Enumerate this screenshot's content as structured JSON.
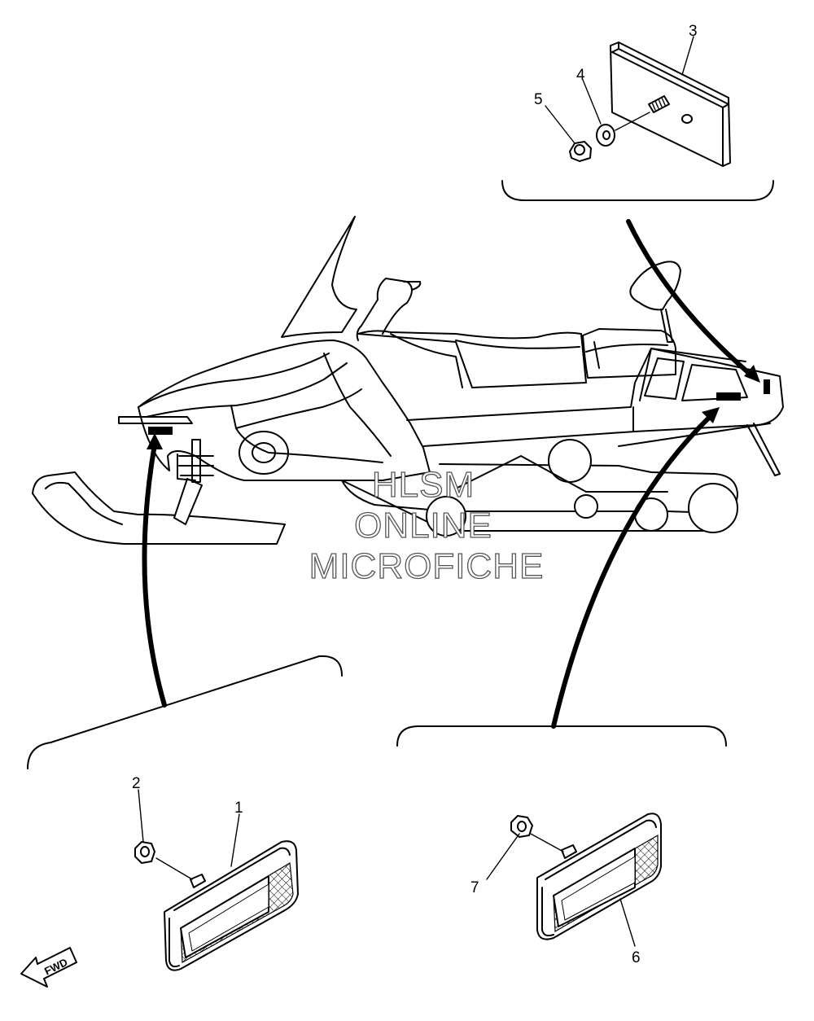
{
  "callouts": {
    "c1": "1",
    "c2": "2",
    "c3": "3",
    "c4": "4",
    "c5": "5",
    "c6": "6",
    "c7": "7"
  },
  "watermark": {
    "line1": "HLSM",
    "line2": "ONLINE",
    "line3": "MICROFICHE"
  },
  "direction_arrow": {
    "label": "FWD",
    "icon": "fwd-arrow-icon"
  },
  "colors": {
    "line": "#000000",
    "background": "#ffffff",
    "watermark_outline": "#555555"
  }
}
